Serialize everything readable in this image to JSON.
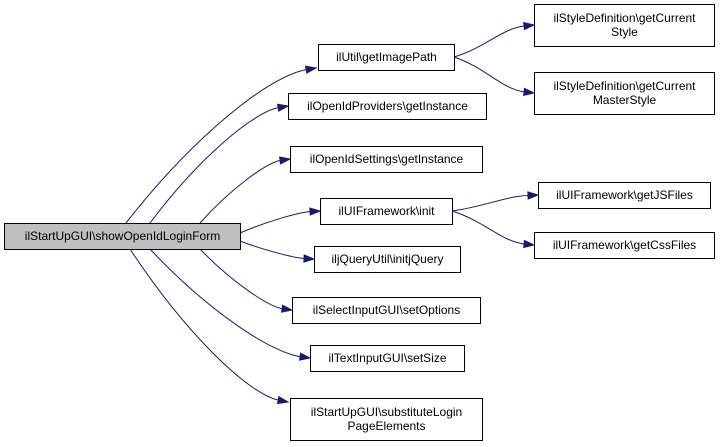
{
  "colors": {
    "edge": "#191970",
    "root_fill": "#bfbfbf",
    "node_fill": "#ffffff",
    "border": "#000000"
  },
  "nodes": [
    {
      "id": "root",
      "lines": [
        "ilStartUpGUI\\showOpenIdLoginForm"
      ],
      "root": true
    },
    {
      "id": "getImagePath",
      "lines": [
        "ilUtil\\getImagePath"
      ]
    },
    {
      "id": "openIdProviders",
      "lines": [
        "ilOpenIdProviders\\getInstance"
      ]
    },
    {
      "id": "openIdSettings",
      "lines": [
        "ilOpenIdSettings\\getInstance"
      ]
    },
    {
      "id": "uiInit",
      "lines": [
        "ilUIFramework\\init"
      ]
    },
    {
      "id": "initJQuery",
      "lines": [
        "iljQueryUtil\\initjQuery"
      ]
    },
    {
      "id": "setOptions",
      "lines": [
        "ilSelectInputGUI\\setOptions"
      ]
    },
    {
      "id": "setSize",
      "lines": [
        "ilTextInputGUI\\setSize"
      ]
    },
    {
      "id": "substitute",
      "lines": [
        "ilStartUpGUI\\substituteLogin",
        "PageElements"
      ]
    },
    {
      "id": "getCurrentStyle",
      "lines": [
        "ilStyleDefinition\\getCurrent",
        "Style"
      ]
    },
    {
      "id": "getCurrentMasterStyle",
      "lines": [
        "ilStyleDefinition\\getCurrent",
        "MasterStyle"
      ]
    },
    {
      "id": "getJSFiles",
      "lines": [
        "ilUIFramework\\getJSFiles"
      ]
    },
    {
      "id": "getCssFiles",
      "lines": [
        "ilUIFramework\\getCssFiles"
      ]
    }
  ],
  "edges": [
    {
      "from": "root",
      "to": "getImagePath"
    },
    {
      "from": "root",
      "to": "openIdProviders"
    },
    {
      "from": "root",
      "to": "openIdSettings"
    },
    {
      "from": "root",
      "to": "uiInit"
    },
    {
      "from": "root",
      "to": "initJQuery"
    },
    {
      "from": "root",
      "to": "setOptions"
    },
    {
      "from": "root",
      "to": "setSize"
    },
    {
      "from": "root",
      "to": "substitute"
    },
    {
      "from": "getImagePath",
      "to": "getCurrentStyle"
    },
    {
      "from": "getImagePath",
      "to": "getCurrentMasterStyle"
    },
    {
      "from": "uiInit",
      "to": "getJSFiles"
    },
    {
      "from": "uiInit",
      "to": "getCssFiles"
    }
  ]
}
